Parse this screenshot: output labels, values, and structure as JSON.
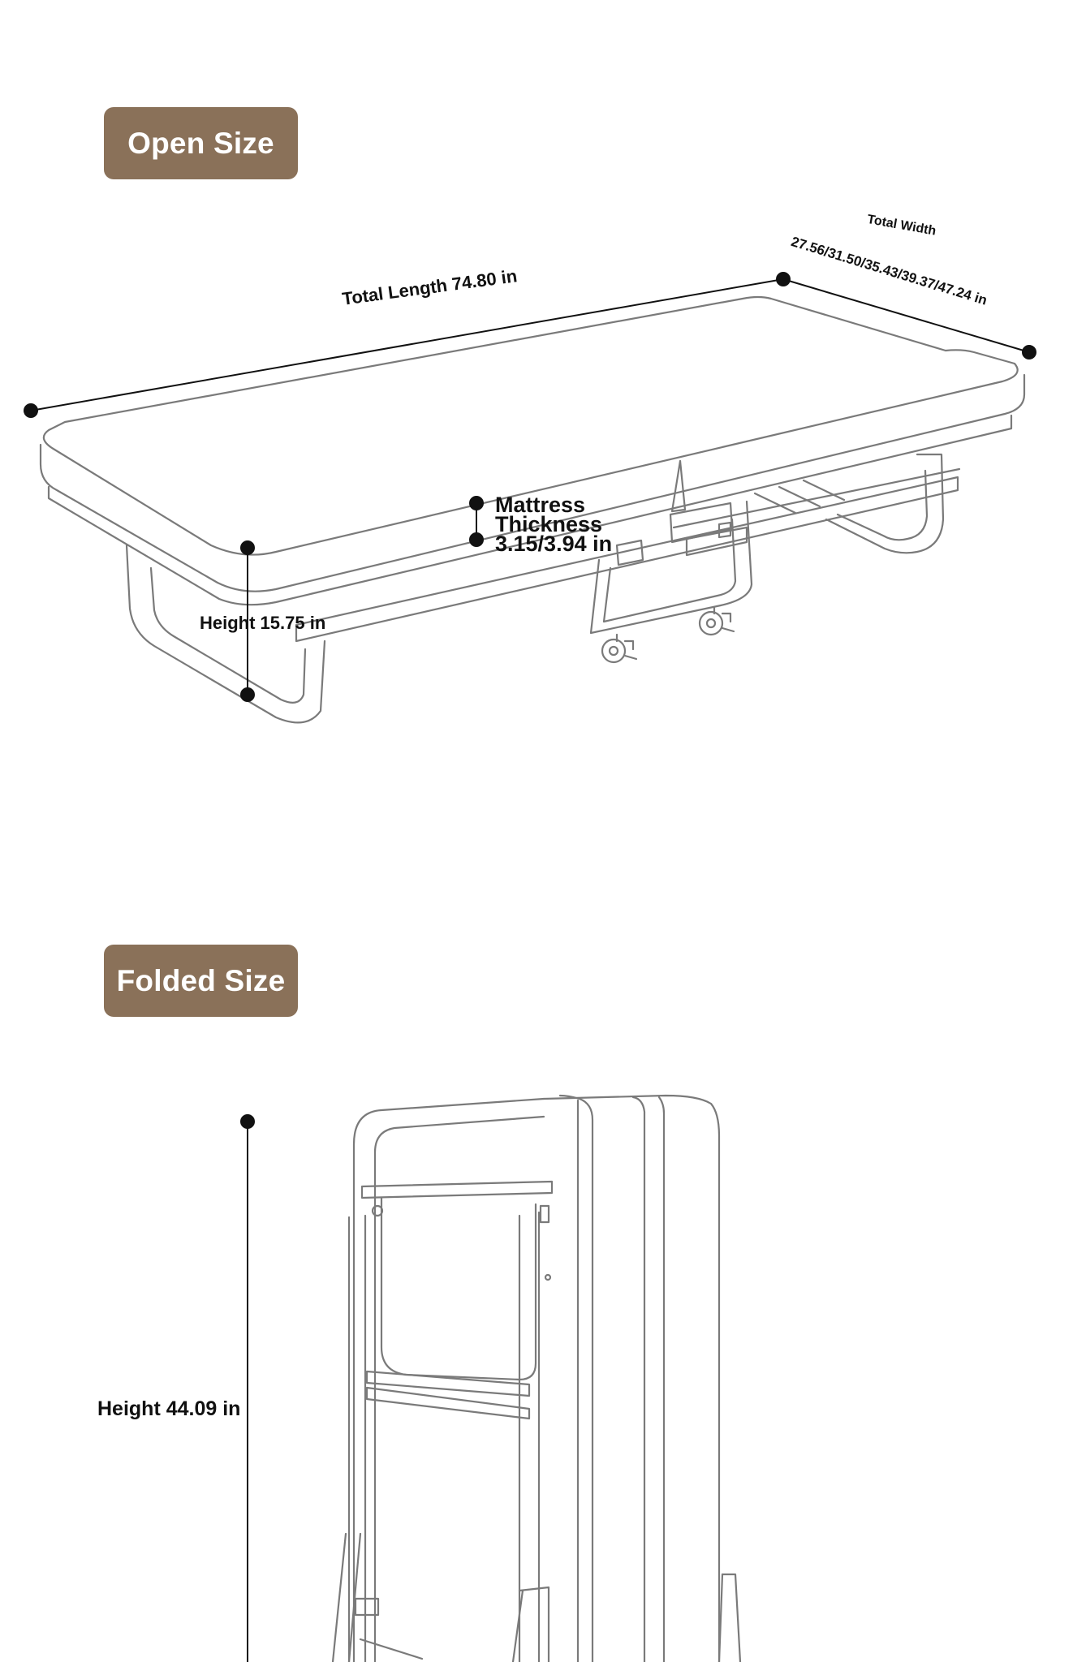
{
  "sections": {
    "open": {
      "title": "Open Size"
    },
    "folded": {
      "title": "Folded Size"
    }
  },
  "dimensions": {
    "total_length": "Total Length 74.80 in",
    "total_width_title": "Total Width",
    "total_width_values": "27.56/31.50/35.43/39.37/47.24 in",
    "mattress_thickness_line1": "Mattress",
    "mattress_thickness_line2": "Thickness",
    "mattress_thickness_line3": "3.15/3.94 in",
    "open_height": "Height 15.75 in",
    "folded_height": "Height 44.09 in"
  },
  "colors": {
    "badge": "#8a7159",
    "line_art": "#7a7a7a",
    "dimension": "#111111"
  }
}
